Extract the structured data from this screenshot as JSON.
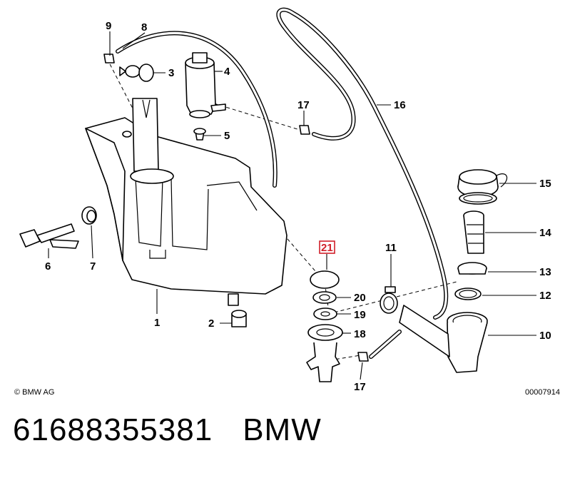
{
  "diagram": {
    "labels": {
      "p1": "1",
      "p2": "2",
      "p3": "3",
      "p4": "4",
      "p5": "5",
      "p6": "6",
      "p7": "7",
      "p8": "8",
      "p9": "9",
      "p10": "10",
      "p11": "11",
      "p12": "12",
      "p13": "13",
      "p14": "14",
      "p15": "15",
      "p16": "16",
      "p17a": "17",
      "p17b": "17",
      "p18": "18",
      "p19": "19",
      "p20": "20",
      "p21": "21"
    },
    "highlight_color": "#d0202a",
    "copyright": "© BMW AG",
    "drawing_number": "00007914"
  },
  "caption": {
    "part_number": "61688355381",
    "brand": "BMW"
  }
}
